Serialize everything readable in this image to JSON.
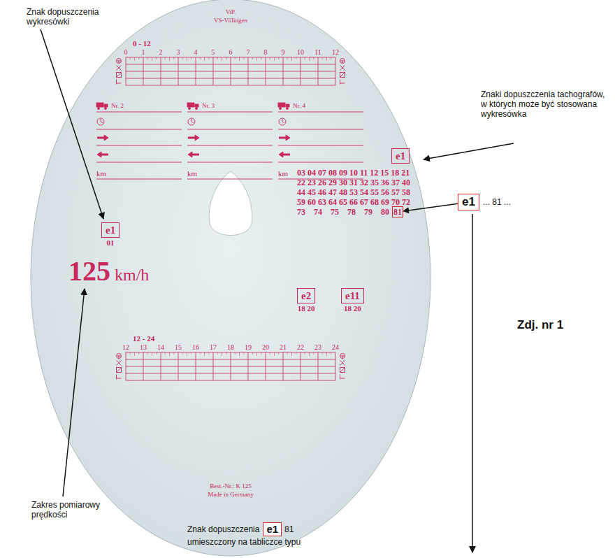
{
  "diagram": {
    "nodes": [
      {
        "text": [
          "e1",
          "01"
        ]
      },
      {
        "text": [
          "e1"
        ]
      },
      {
        "text": [
          "81"
        ]
      },
      {
        "text": [
          "e2",
          "18 20"
        ]
      },
      {
        "text": [
          "e11",
          "18 20"
        ]
      },
      {
        "text": [
          "e1",
          "... 81 ..."
        ]
      },
      {
        "text": [
          "e1"
        ]
      }
    ],
    "edges": [
      {
        "from": 5,
        "to": 2,
        "arrow": "to"
      }
    ],
    "labels": [
      "Znak dopuszczenia wykresówki",
      "Znaki dopuszczenia tachografów, w których może być stosowana wykresówka",
      "Zdj. nr 1",
      "Zakres pomiarowy prędkości",
      "Znak dopuszczenia",
      "81",
      "umieszczony na tabliczce typu",
      "ViP.",
      "VS-Villingen",
      "0 - 12",
      "0",
      "1",
      "2",
      "3",
      "4",
      "5",
      "6",
      "7",
      "8",
      "9",
      "10",
      "11",
      "12",
      "Nr. 2",
      "km",
      "Nr. 3",
      "km",
      "Nr. 4",
      "km",
      "03 04 07 08 09 10 11 12 15 18 21",
      "22 23 26 29 30 31 32 35 36 37 40",
      "44 45 46 47 48 53 54 55 56 57 58",
      "59 60 63 64 65 66 67 68 69 70 72",
      "73 74 75 78 79 80",
      "125",
      "km/h",
      "12 - 24",
      "12",
      "13",
      "14",
      "15",
      "16",
      "17",
      "18",
      "19",
      "20",
      "21",
      "22",
      "23",
      "24",
      "Best.-Nr.: K 125",
      "Made in Germany"
    ]
  }
}
